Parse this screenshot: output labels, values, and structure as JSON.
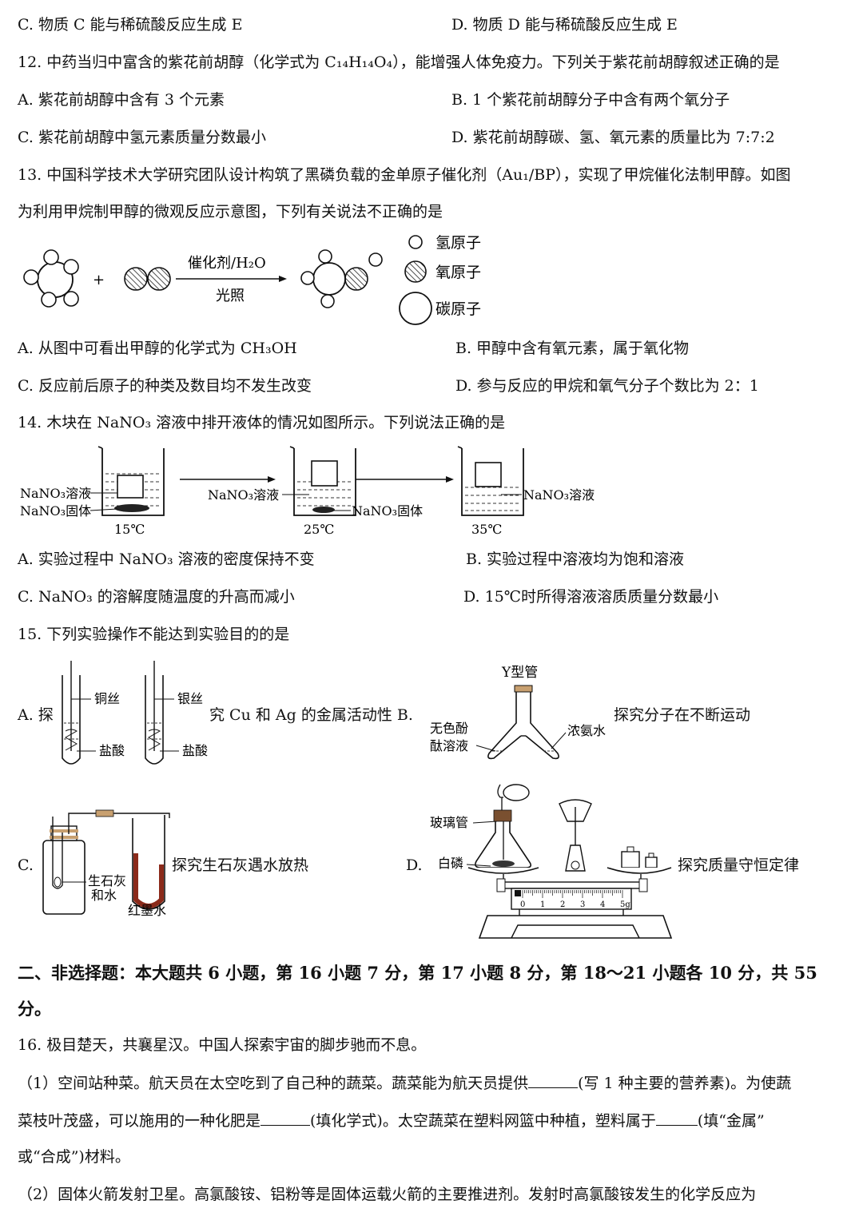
{
  "q11": {
    "optC": "C. 物质 C 能与稀硫酸反应生成 E",
    "optD": "D. 物质 D 能与稀硫酸反应生成 E"
  },
  "q12": {
    "stem": "12. 中药当归中富含的紫花前胡醇（化学式为 C₁₄H₁₄O₄），能增强人体免疫力。下列关于紫花前胡醇叙述正确的是",
    "optA": "A. 紫花前胡醇中含有 3 个元素",
    "optB": "B. 1 个紫花前胡醇分子中含有两个氧分子",
    "optC": "C. 紫花前胡醇中氢元素质量分数最小",
    "optD": "D. 紫花前胡醇碳、氢、氧元素的质量比为 7:7:2"
  },
  "q13": {
    "stem1": "13. 中国科学技术大学研究团队设计构筑了黑磷负载的金单原子催化剂（Au₁/BP），实现了甲烷催化法制甲醇。如图",
    "stem2": "为利用甲烷制甲醇的微观反应示意图，下列有关说法不正确的是",
    "plus": "+",
    "cond_top": "催化剂/H₂O",
    "cond_bottom": "光照",
    "legend_h": "氢原子",
    "legend_o": "氧原子",
    "legend_c": "碳原子",
    "optA": "A. 从图中可看出甲醇的化学式为 CH₃OH",
    "optB": "B. 甲醇中含有氧元素，属于氧化物",
    "optC": "C. 反应前后原子的种类及数目均不发生改变",
    "optD": "D. 参与反应的甲烷和氧气分子个数比为 2：1"
  },
  "q14": {
    "stem": "14. 木块在 NaNO₃ 溶液中排开液体的情况如图所示。下列说法正确的是",
    "sol1": "NaNO₃溶液",
    "solid1": "NaNO₃固体",
    "temp1": "15℃",
    "sol2": "NaNO₃溶液",
    "solid2": "NaNO₃固体",
    "temp2": "25℃",
    "sol3": "NaNO₃溶液",
    "temp3": "35℃",
    "optA": "A. 实验过程中 NaNO₃ 溶液的密度保持不变",
    "optB": "B. 实验过程中溶液均为饱和溶液",
    "optC": "C. NaNO₃ 的溶解度随温度的升高而减小",
    "optD": "D. 15℃时所得溶液溶质质量分数最小"
  },
  "q15": {
    "stem": "15. 下列实验操作不能达到实验目的的是",
    "a_prefix": "A. 探",
    "a_wire1": "铜丝",
    "a_acid1": "盐酸",
    "a_wire2": "银丝",
    "a_acid2": "盐酸",
    "a_text": "究 Cu 和 Ag 的金属活动性 B.",
    "b_tube": "Y型管",
    "b_left1": "无色酚",
    "b_left2": "酞溶液",
    "b_right": "浓氨水",
    "b_text": "探究分子在不断运动",
    "c_prefix": "C.",
    "c_lime1": "生石灰",
    "c_lime2": "和水",
    "c_ink": "红墨水",
    "c_text": "探究生石灰遇水放热",
    "d_prefix": "D.",
    "d_glass": "玻璃管",
    "d_p": "白磷",
    "d_text": "探究质量守恒定律",
    "scale_ticks": [
      "0",
      "1",
      "2",
      "3",
      "4",
      "5g"
    ]
  },
  "section2": {
    "line1": "二、非选择题：本大题共 6 小题，第 16 小题 7 分，第 17 小题 8 分，第 18～21 小题各 10 分，共 55",
    "line2": "分。"
  },
  "q16": {
    "stem": "16. 极目楚天，共襄星汉。中国人探索宇宙的脚步驰而不息。",
    "p1a": "（1）空间站种菜。航天员在太空吃到了自己种的蔬菜。蔬菜能为航天员提供",
    "p1b": "(写 1 种主要的营养素)。为使蔬",
    "p1c": "菜枝叶茂盛，可以施用的一种化肥是",
    "p1d": "(填化学式)。太空蔬菜在塑料网篮中种植，塑料属于",
    "p1e": "(填“金属”",
    "p1f": "或“合成”)材料。",
    "p2": "（2）固体火箭发射卫星。高氯酸铵、铝粉等是固体运载火箭的主要推进剂。发射时高氯酸铵发生的化学反应为"
  }
}
